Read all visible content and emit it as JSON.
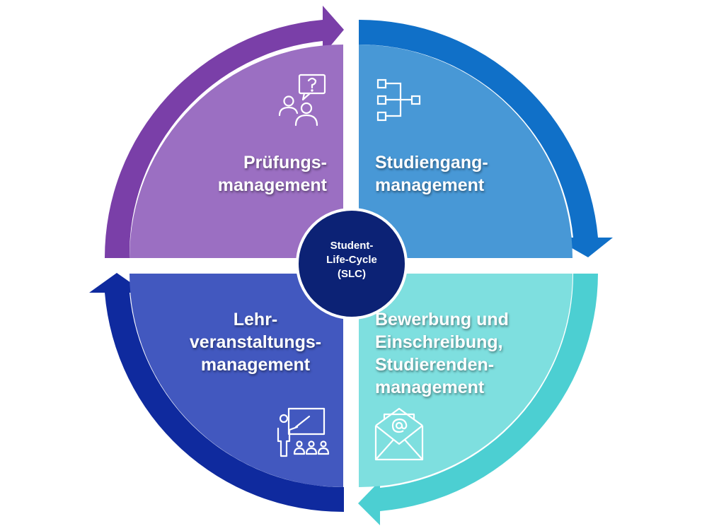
{
  "colors": {
    "purple_ring": "#7a3fa8",
    "purple_fill": "#9b6fc2",
    "blue_ring": "#1070c8",
    "blue_fill": "#4898d6",
    "teal_ring": "#4ccfd2",
    "teal_fill": "#7edfdf",
    "navy_ring": "#0f2a9e",
    "navy_fill": "#4258bf",
    "center": "#0c2275"
  },
  "center": {
    "line1": "Student-",
    "line2": "Life-Cycle",
    "line3": "(SLC)"
  },
  "quadrants": {
    "top_left": {
      "line1": "Prüfungs-",
      "line2": "management",
      "icon": "people-question-icon"
    },
    "top_right": {
      "line1": "Studiengang-",
      "line2": "management",
      "icon": "hierarchy-icon"
    },
    "bottom_right": {
      "line1": "Bewerbung und",
      "line2": "Einschreibung,",
      "line3": "Studierenden-",
      "line4": "management",
      "icon": "email-envelope-icon"
    },
    "bottom_left": {
      "line1": "Lehr-",
      "line2": "veranstaltungs-",
      "line3": "management",
      "icon": "presentation-icon"
    }
  }
}
